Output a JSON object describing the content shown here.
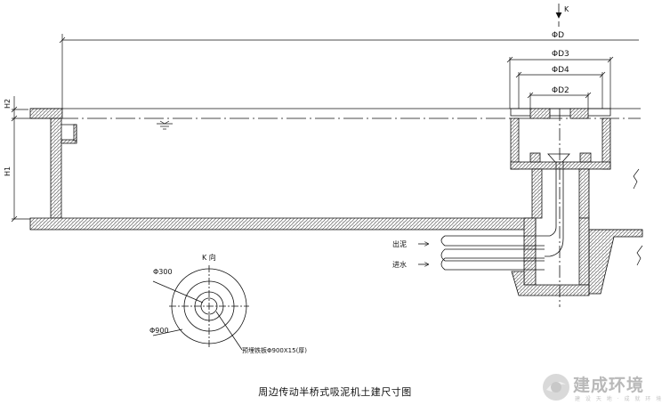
{
  "title": "周边传动半桥式吸泥机土建尺寸图",
  "view_label": "K",
  "dimensions": {
    "d": "ΦD",
    "d3": "ΦD3",
    "d4": "ΦD4",
    "d2": "ΦD2",
    "h1": "H1",
    "h2": "H2"
  },
  "pipes": {
    "outlet": "出泥",
    "inlet": "进水"
  },
  "k_view": {
    "title": "K 向",
    "inner_dia": "Φ300",
    "outer_dia": "Φ900",
    "plate": "预埋铁板Φ900X15(厚)"
  },
  "logo": {
    "name": "建成环境",
    "tagline": "建 设 天 地 · 成 就 环 境",
    "color": "#b9b9b9"
  }
}
